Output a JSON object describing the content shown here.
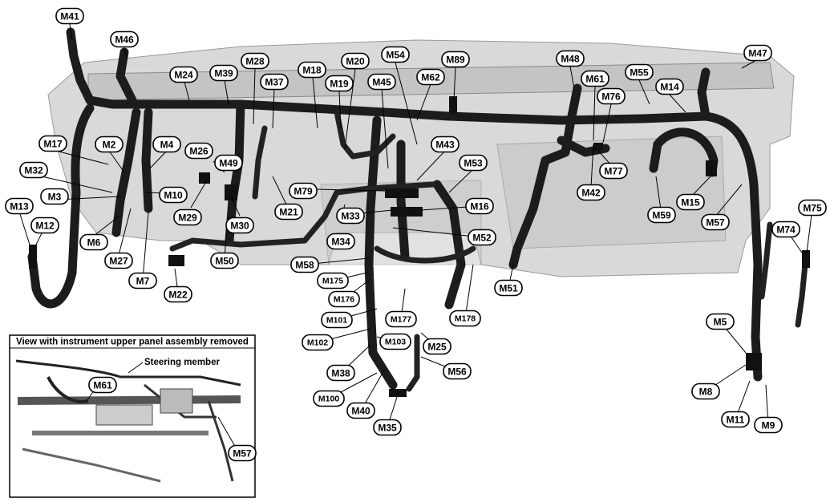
{
  "inset": {
    "title": "View with instrument upper panel assembly removed",
    "steering_label": "Steering member",
    "labels": [
      "M61",
      "M57"
    ]
  },
  "labels": [
    "M41",
    "M46",
    "M24",
    "M39",
    "M28",
    "M37",
    "M18",
    "M20",
    "M19",
    "M54",
    "M45",
    "M62",
    "M89",
    "M48",
    "M61",
    "M55",
    "M76",
    "M14",
    "M47",
    "M17",
    "M2",
    "M4",
    "M26",
    "M49",
    "M43",
    "M53",
    "M32",
    "M3",
    "M10",
    "M79",
    "M77",
    "M42",
    "M15",
    "M13",
    "M12",
    "M29",
    "M30",
    "M21",
    "M33",
    "M16",
    "M59",
    "M57",
    "M75",
    "M74",
    "M6",
    "M27",
    "M7",
    "M34",
    "M52",
    "M50",
    "M58",
    "M175",
    "M22",
    "M176",
    "M51",
    "M101",
    "M177",
    "M178",
    "M102",
    "M103",
    "M25",
    "M5",
    "M38",
    "M56",
    "M8",
    "M100",
    "M40",
    "M11",
    "M9",
    "M35"
  ]
}
